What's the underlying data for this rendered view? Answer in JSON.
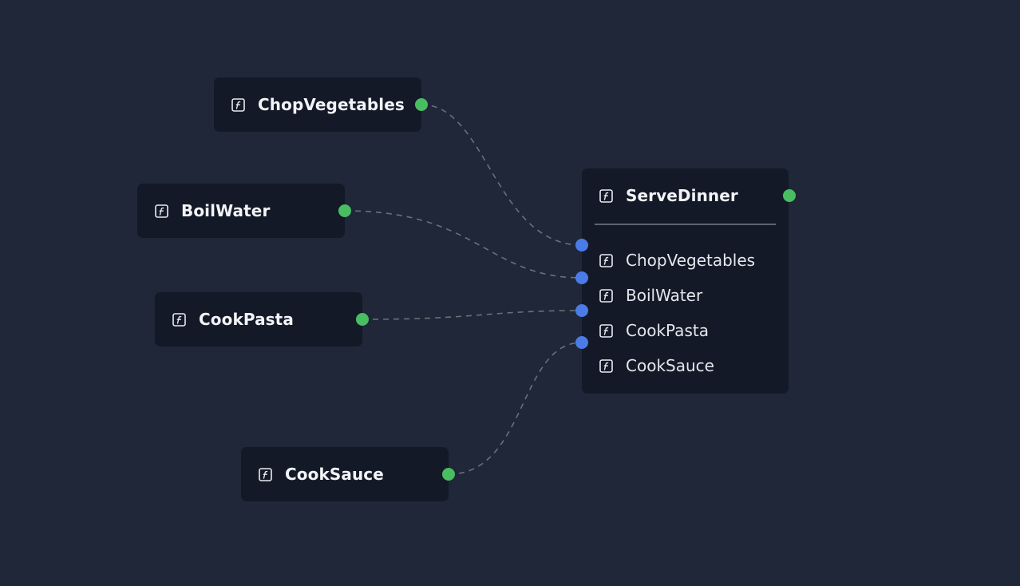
{
  "icon": "function-icon",
  "colors": {
    "background": "#1f2738",
    "node": "#131927",
    "output_port": "#49bd62",
    "input_port": "#4b7be6",
    "edge": "#6b7077"
  },
  "source_nodes": [
    {
      "id": "chop",
      "label": "ChopVegetables"
    },
    {
      "id": "boil",
      "label": "BoilWater"
    },
    {
      "id": "pasta",
      "label": "CookPasta"
    },
    {
      "id": "sauce",
      "label": "CookSauce"
    }
  ],
  "target_node": {
    "label": "ServeDinner",
    "inputs": [
      "ChopVegetables",
      "BoilWater",
      "CookPasta",
      "CookSauce"
    ]
  },
  "edges": [
    {
      "from": "ChopVegetables",
      "to": "ServeDinner.ChopVegetables"
    },
    {
      "from": "BoilWater",
      "to": "ServeDinner.BoilWater"
    },
    {
      "from": "CookPasta",
      "to": "ServeDinner.CookPasta"
    },
    {
      "from": "CookSauce",
      "to": "ServeDinner.CookSauce"
    }
  ]
}
